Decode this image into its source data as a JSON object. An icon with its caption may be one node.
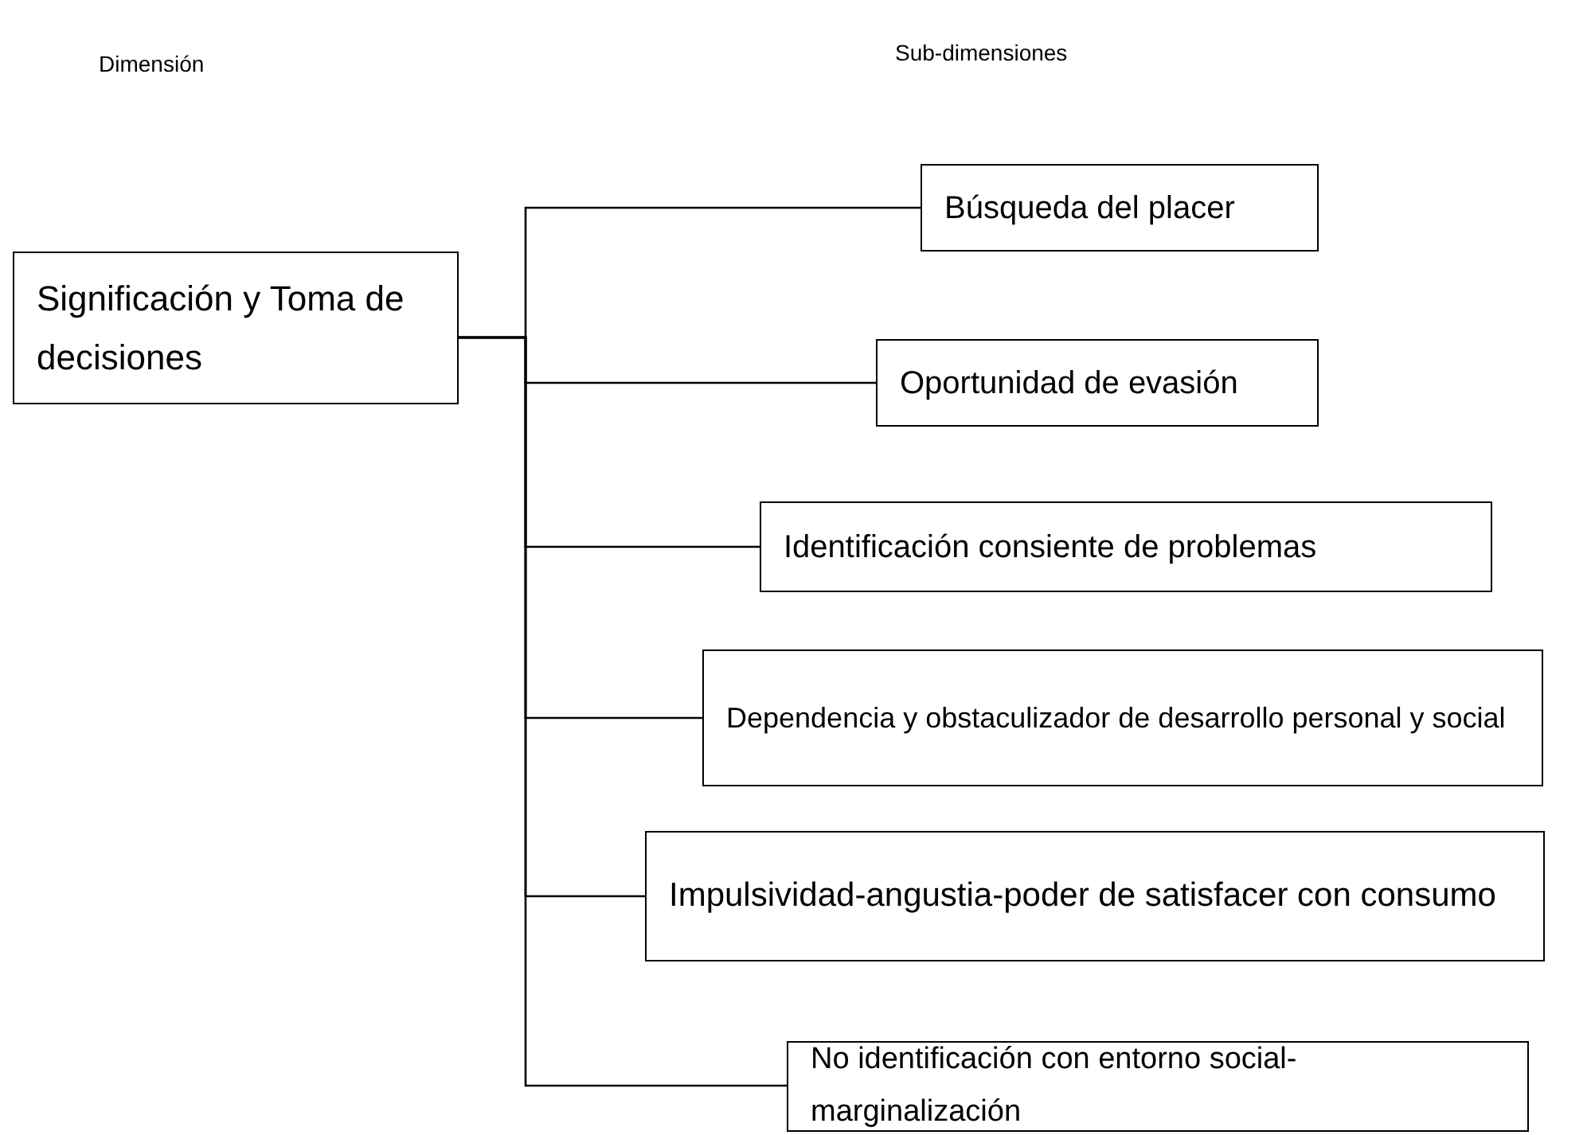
{
  "diagram": {
    "nodes": [
      {
        "text": [
          "Significación y Toma de decisiones"
        ]
      },
      {
        "text": [
          "Búsqueda del placer"
        ]
      },
      {
        "text": [
          "Oportunidad de evasión"
        ]
      },
      {
        "text": [
          "Identificación consiente de problemas"
        ]
      },
      {
        "text": [
          "Dependencia y obstaculizador de desarrollo personal y social"
        ]
      },
      {
        "text": [
          "Impulsividad-angustia-poder de satisfacer con consumo"
        ]
      },
      {
        "text": [
          "No identificación con entorno social-marginalización"
        ]
      }
    ],
    "edges": [
      {
        "from": 0,
        "to": 1,
        "arrow": "none"
      },
      {
        "from": 0,
        "to": 2,
        "arrow": "none"
      },
      {
        "from": 0,
        "to": 3,
        "arrow": "none"
      },
      {
        "from": 0,
        "to": 4,
        "arrow": "none"
      },
      {
        "from": 0,
        "to": 5,
        "arrow": "none"
      },
      {
        "from": 0,
        "to": 6,
        "arrow": "none"
      }
    ],
    "labels": [
      "Dimensión",
      "Sub-dimensiones"
    ]
  }
}
